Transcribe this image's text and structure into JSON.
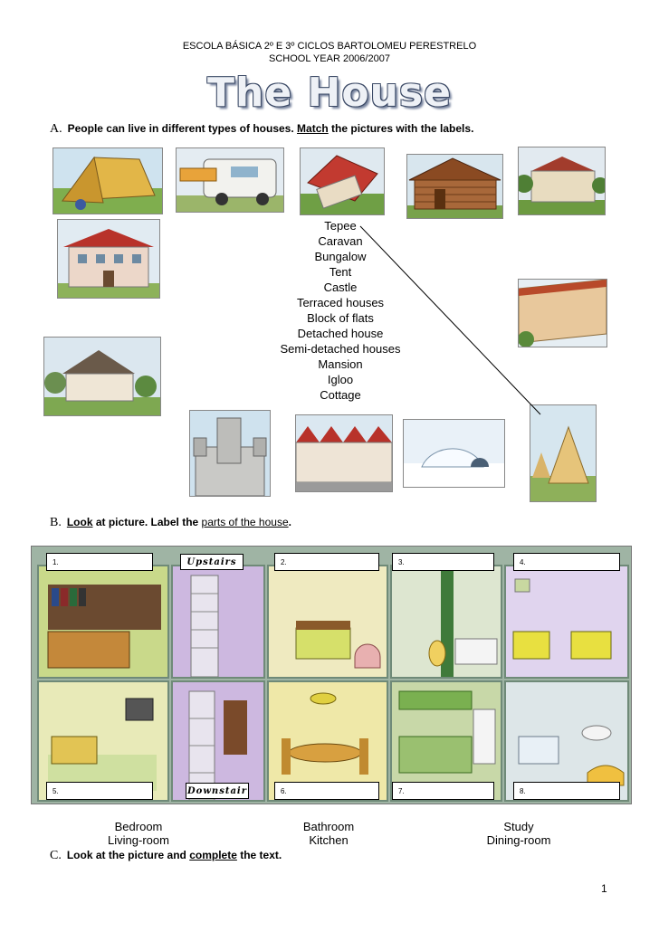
{
  "header": {
    "school": "ESCOLA BÁSICA 2º E 3º CICLOS BARTOLOMEU PERESTRELO",
    "year": "SCHOOL YEAR 2006/2007",
    "title": "The House"
  },
  "section_a": {
    "letter": "A.",
    "text_1": "People can live in different types of houses. ",
    "keyword": "Match",
    "text_2": " the pictures with the labels.",
    "labels": [
      "Tepee",
      "Caravan",
      "Bungalow",
      "Tent",
      "Castle",
      "Terraced houses",
      "Block of flats",
      "Detached house",
      "Semi-detached houses",
      "Mansion",
      "Igloo",
      "Cottage"
    ]
  },
  "section_b": {
    "letter": "B.",
    "keyword": "Look",
    "text_1": " at picture. Label the ",
    "link": "parts of the house",
    "text_2": ".",
    "upstairs": "Upstairs",
    "downstair": "Downstair",
    "boxes": [
      "1.",
      "2.",
      "3.",
      "4.",
      "5.",
      "6.",
      "7.",
      "8."
    ],
    "words_col1": [
      "Bedroom",
      "Living-room"
    ],
    "words_col2": [
      "Bathroom",
      "Kitchen"
    ],
    "words_col3": [
      "Study",
      "Dining-room"
    ]
  },
  "section_c": {
    "letter": "C.",
    "text_1": "Look at the picture and ",
    "keyword": "complete",
    "text_2": " the text."
  },
  "page_number": "1"
}
